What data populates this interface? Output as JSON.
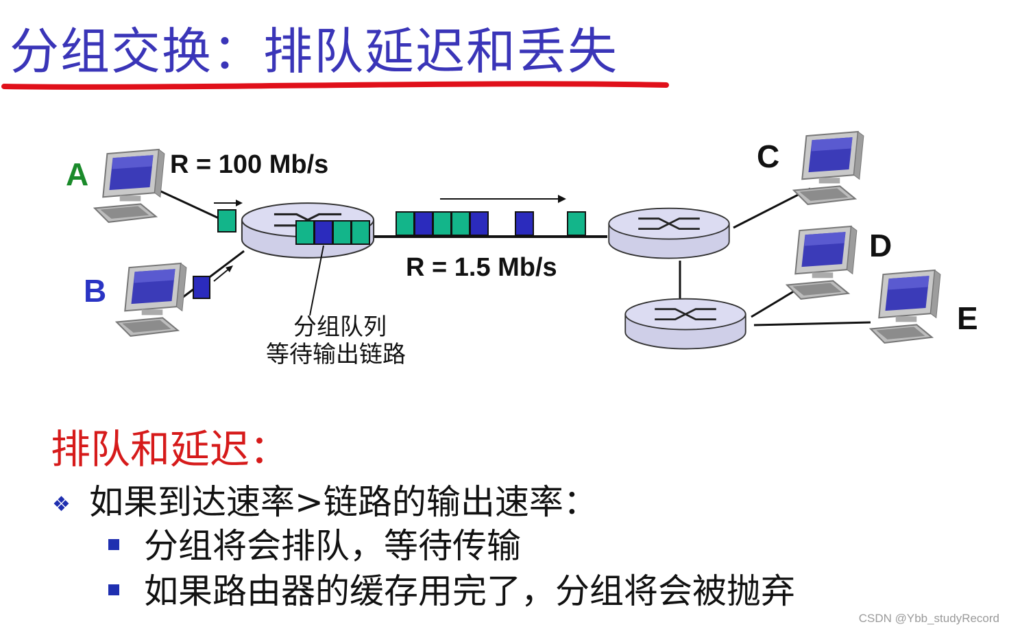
{
  "title": "分组交换：排队延迟和丢失",
  "diagram": {
    "hosts": {
      "a": "A",
      "b": "B",
      "c": "C",
      "d": "D",
      "e": "E"
    },
    "rate_in": "R = 100 Mb/s",
    "rate_out": "R = 1.5 Mb/s",
    "queue_label_line1": "分组队列",
    "queue_label_line2": "等待输出链路"
  },
  "section_heading": "排队和延迟：",
  "bullet_main": "如果到达速率>链路的输出速率：",
  "sub_bullets": [
    "分组将会排队，等待传输",
    "如果路由器的缓存用完了，分组将会被抛弃"
  ],
  "watermark": "CSDN @Ybb_studyRecord",
  "colors": {
    "title": "#3a35b8",
    "heading": "#d61a1a",
    "packet_green": "#13b58a",
    "packet_blue": "#2b2bbd",
    "host_a": "#1a8a2a",
    "host_b": "#2a34c4"
  }
}
